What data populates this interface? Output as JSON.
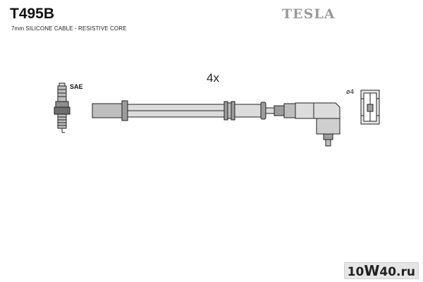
{
  "header": {
    "part_number": "T495B",
    "subtitle": "7mm SILICONE CABLE - RESISTIVE CORE",
    "brand": "TESLA"
  },
  "diagram": {
    "spark_plug_label": "SAE",
    "quantity_label": "4x",
    "terminal_label": "ø4"
  },
  "watermark": {
    "prefix": "10",
    "middle": "W",
    "suffix": "40.ru"
  },
  "colors": {
    "line": "#222222",
    "fill": "#dcdcdc",
    "fill_dark": "#9c9c9c",
    "brand": "#9a9a9a"
  }
}
